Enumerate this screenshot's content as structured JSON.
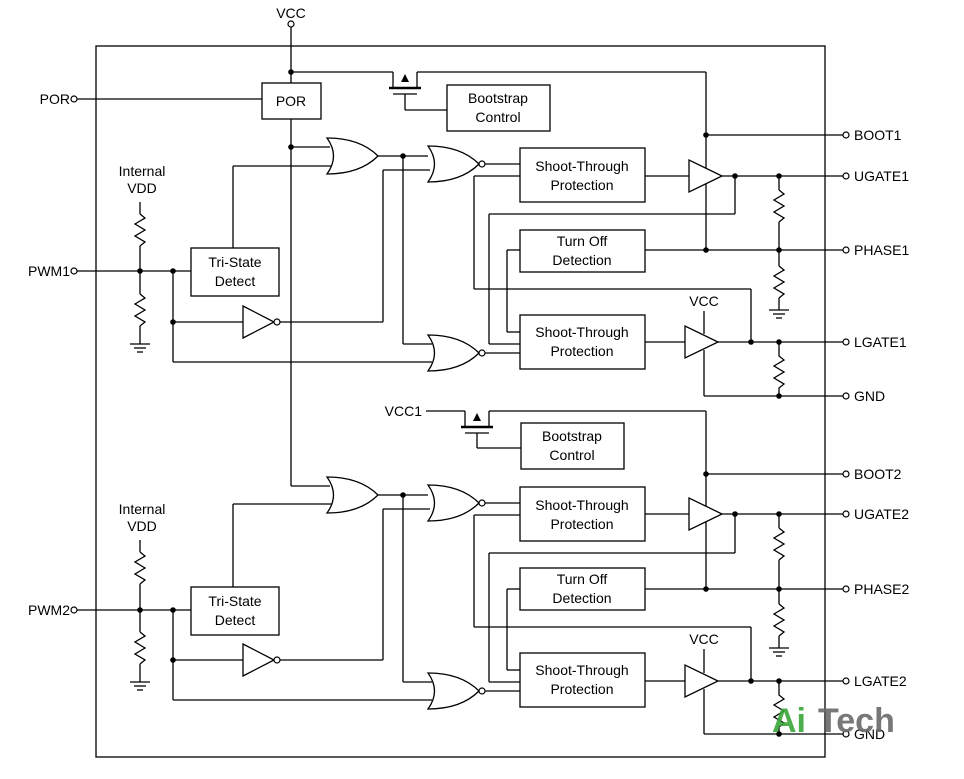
{
  "pins": {
    "vcc_top": "VCC",
    "por": "POR",
    "pwm1": "PWM1",
    "pwm2": "PWM2",
    "vcc1": "VCC1",
    "boot1": "BOOT1",
    "ugate1": "UGATE1",
    "phase1": "PHASE1",
    "lgate1": "LGATE1",
    "gnd1": "GND",
    "boot2": "BOOT2",
    "ugate2": "UGATE2",
    "phase2": "PHASE2",
    "lgate2": "LGATE2",
    "gnd2": "GND"
  },
  "blocks": {
    "por": "POR",
    "bootstrap_1": [
      "Bootstrap",
      "Control"
    ],
    "bootstrap_2": [
      "Bootstrap",
      "Control"
    ],
    "internal_vdd_1": [
      "Internal",
      "VDD"
    ],
    "internal_vdd_2": [
      "Internal",
      "VDD"
    ],
    "tristate_1": [
      "Tri-State",
      "Detect"
    ],
    "tristate_2": [
      "Tri-State",
      "Detect"
    ],
    "stp_upper_1": [
      "Shoot-Through",
      "Protection"
    ],
    "stp_lower_1": [
      "Shoot-Through",
      "Protection"
    ],
    "stp_upper_2": [
      "Shoot-Through",
      "Protection"
    ],
    "stp_lower_2": [
      "Shoot-Through",
      "Protection"
    ],
    "turnoff_1": [
      "Turn Off",
      "Detection"
    ],
    "turnoff_2": [
      "Turn Off",
      "Detection"
    ],
    "vcc_lower_1": "VCC",
    "vcc_lower_2": "VCC"
  },
  "watermark": {
    "ai": "Ai",
    "tech": "Tech"
  }
}
